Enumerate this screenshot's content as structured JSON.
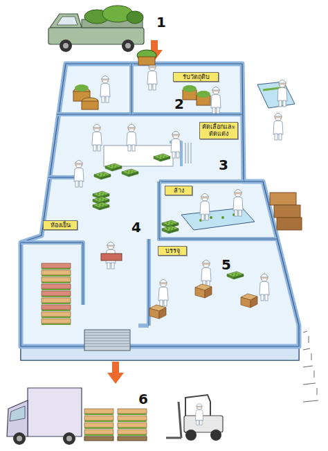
{
  "diagram": {
    "nodes": [
      {
        "text": [
          "รับวัตถุดิบ"
        ]
      },
      {
        "text": [
          "คัดเลือกและตัดแต่ง"
        ]
      },
      {
        "text": [
          "ล้าง"
        ]
      },
      {
        "text": [
          "บรรจุ"
        ]
      },
      {
        "text": [
          "ห้องเย็น"
        ]
      }
    ],
    "labels": [
      "1",
      "2",
      "3",
      "4",
      "5",
      "6"
    ]
  }
}
